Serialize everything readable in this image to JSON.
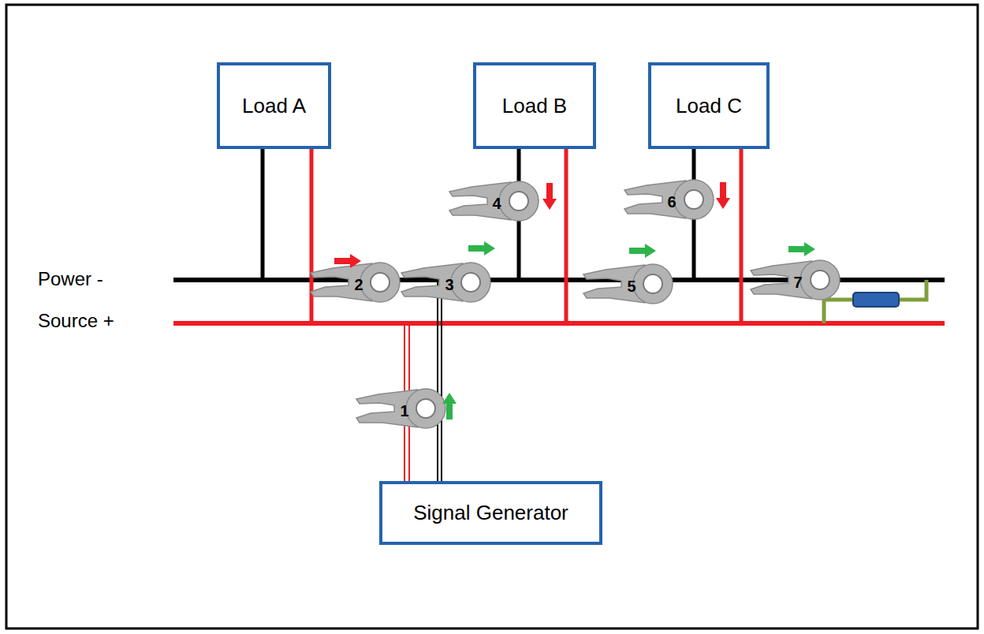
{
  "diagram": {
    "nodes": [
      {
        "text": [
          "Load A"
        ]
      },
      {
        "text": [
          "Load B"
        ]
      },
      {
        "text": [
          "Load C"
        ]
      },
      {
        "text": [
          "Signal Generator"
        ]
      }
    ],
    "labels": [
      "Power -",
      "Source +",
      "4",
      "6",
      "2",
      "3",
      "5",
      "7",
      "1"
    ]
  }
}
